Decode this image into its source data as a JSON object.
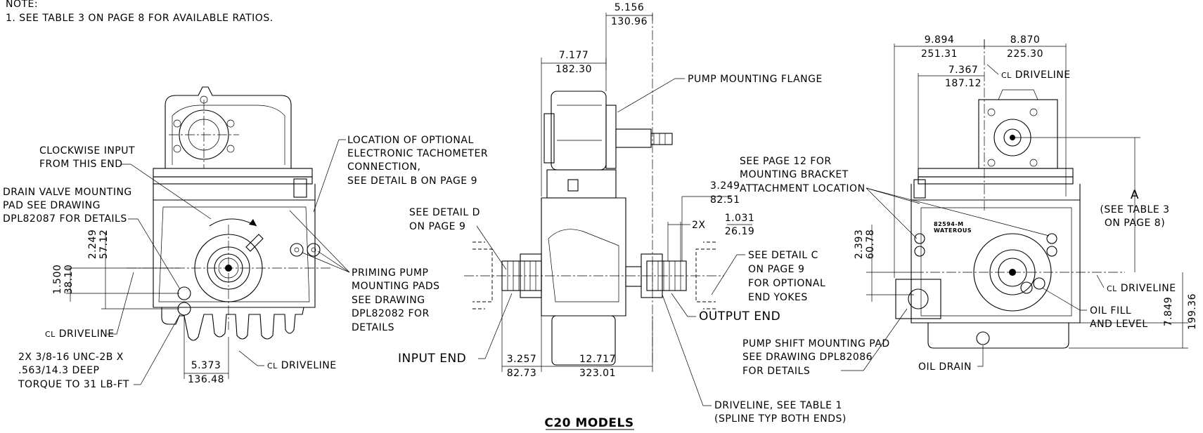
{
  "note": {
    "heading": "NOTE:",
    "item1": "1. SEE TABLE 3 ON PAGE 8 FOR AVAILABLE RATIOS."
  },
  "title": "C20 MODELS",
  "left_view": {
    "clockwise_input": [
      "CLOCKWISE INPUT",
      "FROM THIS END"
    ],
    "drain_valve": [
      "DRAIN VALVE MOUNTING",
      "PAD SEE DRAWING",
      "DPL82087 FOR DETAILS"
    ],
    "tachometer": [
      "LOCATION OF OPTIONAL",
      "ELECTRONIC TACHOMETER",
      "CONNECTION,",
      "SEE DETAIL B ON PAGE 9"
    ],
    "priming_pump": [
      "PRIMING PUMP",
      "MOUNTING PADS",
      "SEE DRAWING",
      "DPL82082 FOR",
      "DETAILS"
    ],
    "driveline_left": "DRIVELINE",
    "driveline_bottom": "DRIVELINE",
    "bolt_note": [
      "2X 3/8-16 UNC-2B X",
      ".563/14.3 DEEP",
      "TORQUE TO 31 LB-FT"
    ],
    "dim_1500": [
      "1.500",
      "38.10"
    ],
    "dim_2249": [
      "2.249",
      "57.12"
    ],
    "dim_5373": [
      "5.373",
      "136.48"
    ]
  },
  "center_view": {
    "dim_5156": [
      "5.156",
      "130.96"
    ],
    "dim_7177": [
      "7.177",
      "182.30"
    ],
    "pump_flange": "PUMP MOUNTING FLANGE",
    "detail_d": [
      "SEE DETAIL D",
      "ON PAGE 9"
    ],
    "dim_3249": [
      "3.249",
      "82.51"
    ],
    "dim_1031_prefix": "2X",
    "dim_1031": [
      "1.031",
      "26.19"
    ],
    "detail_c": [
      "SEE DETAIL C",
      "ON PAGE 9",
      "FOR OPTIONAL",
      "END YOKES"
    ],
    "output_end": "OUTPUT END",
    "input_end": "INPUT END",
    "dim_3257": [
      "3.257",
      "82.73"
    ],
    "dim_12717": [
      "12.717",
      "323.01"
    ],
    "driveline_note": [
      "DRIVELINE, SEE TABLE 1",
      "(SPLINE TYP BOTH ENDS)"
    ]
  },
  "right_view": {
    "dim_9894": [
      "9.894",
      "251.31"
    ],
    "dim_8870": [
      "8.870",
      "225.30"
    ],
    "dim_7367": [
      "7.367",
      "187.12"
    ],
    "driveline_top": "DRIVELINE",
    "bracket": [
      "SEE PAGE 12 FOR",
      "MOUNTING BRACKET",
      "ATTACHMENT LOCATION"
    ],
    "dim_a": [
      "A",
      "(SEE TABLE 3",
      "ON PAGE 8)"
    ],
    "dim_2393": [
      "2.393",
      "60.78"
    ],
    "plate_text": [
      "82594-M",
      "WATEROUS"
    ],
    "driveline_right": "DRIVELINE",
    "oil_fill": [
      "OIL FILL",
      "AND LEVEL"
    ],
    "dim_7849": [
      "7.849",
      "199.36"
    ],
    "pump_shift": [
      "PUMP SHIFT MOUNTING PAD",
      "SEE DRAWING DPL82086",
      "FOR DETAILS"
    ],
    "oil_drain": "OIL DRAIN"
  },
  "centerline_symbol": "CL"
}
